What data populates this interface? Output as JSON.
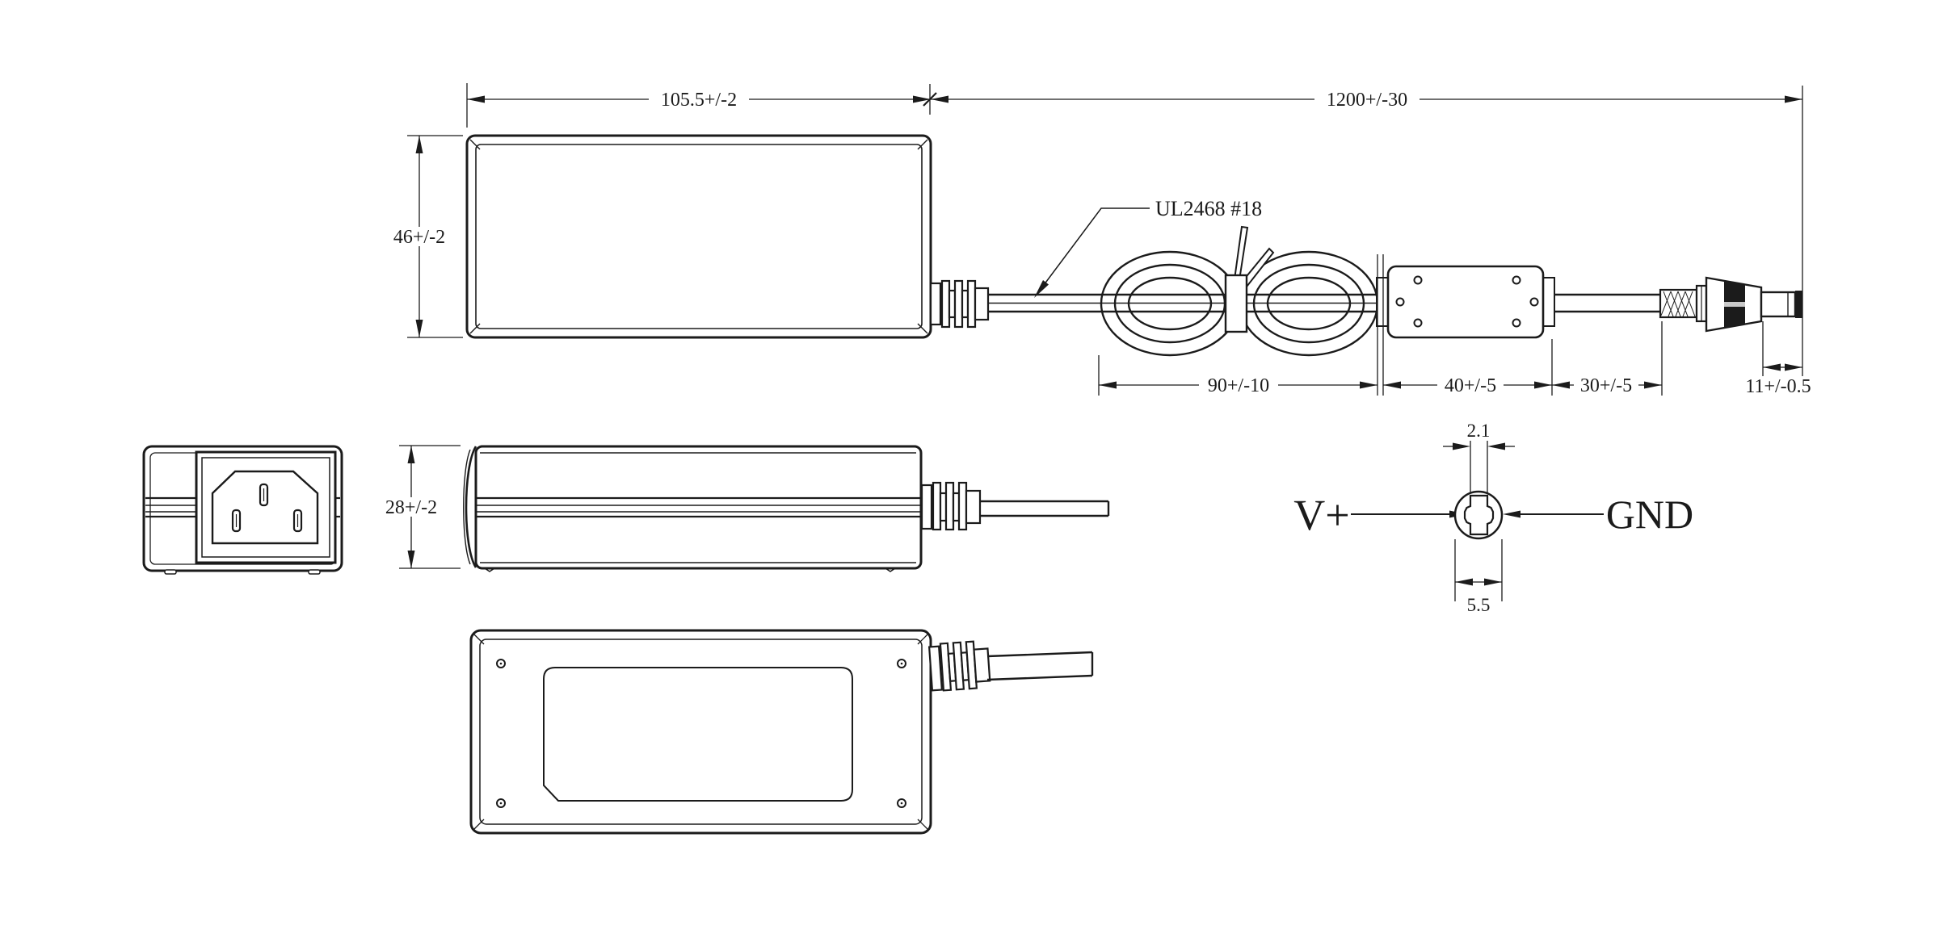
{
  "colors": {
    "background": "#ffffff",
    "line": "#1b1b1b",
    "knurl_fill": "#1b1b1b",
    "knurl_stripe": "#c9c9c9"
  },
  "labels": {
    "cable_spec": "UL2468 #18",
    "polarity_positive": "V+",
    "polarity_ground": "GND"
  },
  "dimensions": {
    "case_length": "105.5+/-2",
    "cable_length": "1200+/-30",
    "case_width": "46+/-2",
    "case_height": "28+/-2",
    "coil_section": "90+/-10",
    "ferrite_section": "40+/-5",
    "lead_section": "30+/-5",
    "plug_length": "11+/-0.5",
    "plug_pin_width": "2.1",
    "plug_barrel_diameter": "5.5"
  }
}
